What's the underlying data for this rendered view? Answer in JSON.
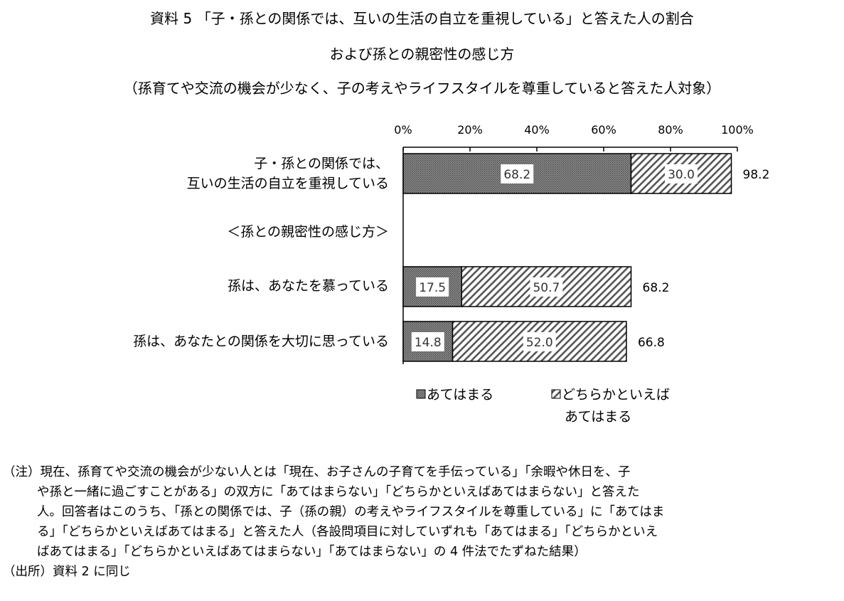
{
  "title_lines": [
    "資料 5 「子・孫との関係では、互いの生活の自立を重視している」と答えた人の割合",
    "および孫との親密性の感じ方",
    "（孫育てや交流の機会が少なく、子の考えやライフスタイルを尊重していると答えた人対象）"
  ],
  "section_label": "＜孫との親密性の感じ方＞",
  "chart_data": {
    "type": "bar",
    "orientation": "horizontal",
    "stacked": true,
    "xlim": [
      0,
      100
    ],
    "x_ticks": [
      "0%",
      "20%",
      "40%",
      "60%",
      "80%",
      "100%"
    ],
    "categories": [
      [
        "子・孫との関係では、",
        "互いの生活の自立を重視している"
      ],
      [
        "孫は、あなたを慕っている"
      ],
      [
        "孫は、あなたとの関係を大切に思っている"
      ]
    ],
    "series": [
      {
        "name": "あてはまる",
        "values": [
          68.2,
          17.5,
          14.8
        ]
      },
      {
        "name": "どちらかといえば\nあてはまる",
        "values": [
          30.0,
          50.7,
          52.0
        ]
      }
    ],
    "totals": [
      "98.2",
      "68.2",
      "66.8"
    ],
    "labels": [
      [
        "68.2",
        "17.5",
        "14.8"
      ],
      [
        "30.0",
        "50.7",
        "52.0"
      ]
    ],
    "legend": [
      "あてはまる",
      "どちらかといえば",
      "あてはまる"
    ],
    "legend_position": "bottom"
  },
  "notes": [
    "（注）現在、孫育てや交流の機会が少ない人とは「現在、お子さんの子育てを手伝っている」「余暇や休日を、子",
    "や孫と一緒に過ごすことがある」の双方に「あてはまらない」「どちらかといえばあてはまらない」と答えた",
    "人。回答者はこのうち、「孫との関係では、子（孫の親）の考えやライフスタイルを尊重している」に「あてはま",
    "る」「どちらかといえばあてはまる」と答えた人（各設問項目に対していずれも「あてはまる」「どちらかといえ",
    "ばあてはまる」「どちらかといえばあてはまらない」「あてはまらない」の 4 件法でたずねた結果）",
    "（出所）資料 2 に同じ"
  ]
}
